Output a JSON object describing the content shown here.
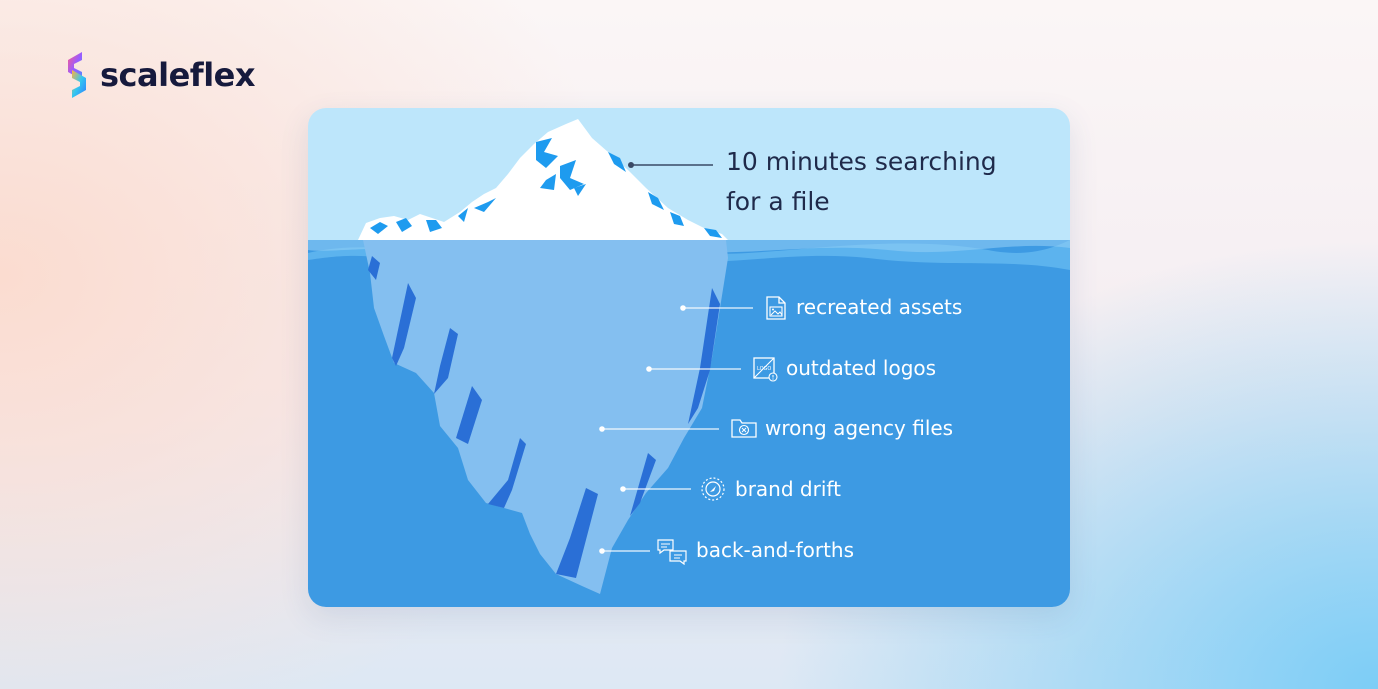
{
  "brand": {
    "name": "scaleflex",
    "logo_icon": "scaleflex-s-logo-icon"
  },
  "above_water": {
    "line1": "10 minutes searching",
    "line2": "for a file"
  },
  "below_water": [
    {
      "label": "recreated assets",
      "icon": "image-file-icon"
    },
    {
      "label": "outdated logos",
      "icon": "logo-crossed-icon"
    },
    {
      "label": "wrong agency files",
      "icon": "folder-x-icon"
    },
    {
      "label": "brand drift",
      "icon": "compass-icon"
    },
    {
      "label": "back-and-forths",
      "icon": "chat-bubbles-icon"
    }
  ],
  "colors": {
    "sky": "#bde6fb",
    "water": "#3d9ae3",
    "ice_underwater": "#84bff0",
    "ice_shadow": "#2a6fd6",
    "snow": "#ffffff",
    "snow_shadow": "#1e9bef",
    "brand_text": "#161a3d"
  }
}
